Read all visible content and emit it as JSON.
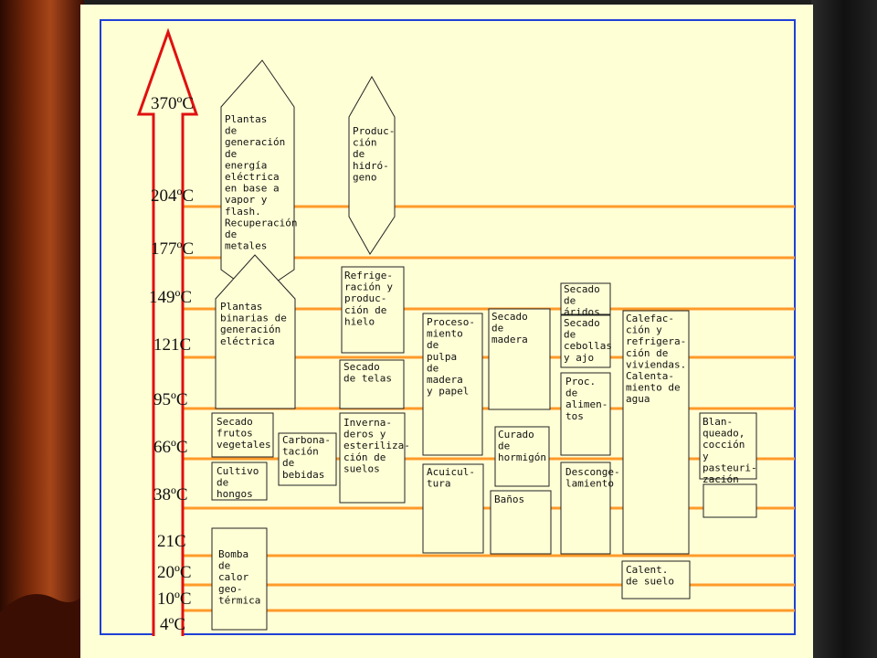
{
  "colors": {
    "curtain_dark": "#2a0a02",
    "curtain_mid": "#6a2208",
    "curtain_light": "#a6461a",
    "curtain_right": "#1a1a1a",
    "panel": "#ffffd6",
    "frame": "#1f3fd6",
    "temp_line": "#ff9a2a",
    "arrow": "#e01010",
    "box_stroke": "#222222"
  },
  "temperatures": [
    "370ºC",
    "204ºC",
    "177ºC",
    "149ºC",
    "121C",
    "95ºC",
    "66ºC",
    "38ºC",
    "21C",
    "20ºC",
    "10ºC",
    "4ºC"
  ],
  "applications": [
    {
      "name": "plantas-vapor",
      "shape": "house-diamond",
      "lines": [
        "Plantas",
        "de",
        "generación",
        "de",
        "energía",
        "eléctrica",
        "en base a",
        "vapor y",
        "flash.",
        "Recuperación",
        "de",
        "metales"
      ]
    },
    {
      "name": "hidrogeno",
      "shape": "diamond",
      "lines": [
        "Produc-",
        "ción",
        "de",
        "hidró-",
        "geno"
      ]
    },
    {
      "name": "refrigeracion",
      "shape": "box",
      "lines": [
        "Refrige-",
        "ración y",
        "produc-",
        "ción de",
        "hielo"
      ]
    },
    {
      "name": "plantas-binarias",
      "shape": "house",
      "lines": [
        "Plantas",
        "binarias de",
        "generación",
        "eléctrica"
      ]
    },
    {
      "name": "secado-telas",
      "shape": "box",
      "lines": [
        "Secado",
        "de telas"
      ]
    },
    {
      "name": "pulpa-papel",
      "shape": "box",
      "lines": [
        "Proceso-",
        "miento",
        "de",
        "pulpa",
        "de",
        "madera",
        "y papel"
      ]
    },
    {
      "name": "secado-madera",
      "shape": "box",
      "lines": [
        "Secado",
        "de",
        "madera"
      ]
    },
    {
      "name": "secado-aridos",
      "shape": "box",
      "lines": [
        "Secado",
        "de",
        "áridos"
      ]
    },
    {
      "name": "secado-cebollas",
      "shape": "box",
      "lines": [
        "Secado",
        "de",
        "cebollas",
        "y ajo"
      ]
    },
    {
      "name": "calefaccion",
      "shape": "box",
      "lines": [
        "Calefac-",
        "ción y",
        "refrigera-",
        "ción de",
        "viviendas.",
        "Calenta-",
        "miento de",
        "agua"
      ]
    },
    {
      "name": "proc-alimentos",
      "shape": "box",
      "lines": [
        "Proc.",
        "de",
        "alimen-",
        "tos"
      ]
    },
    {
      "name": "secado-frutos",
      "shape": "box",
      "lines": [
        "Secado",
        "frutos",
        "vegetales"
      ]
    },
    {
      "name": "carbonatacion",
      "shape": "box",
      "lines": [
        "Carbona-",
        "tación",
        "de",
        "bebidas"
      ]
    },
    {
      "name": "invernaderos",
      "shape": "box",
      "lines": [
        "Inverna-",
        "deros y",
        "esteriliza-",
        "ción de",
        "suelos"
      ]
    },
    {
      "name": "curado-hormigon",
      "shape": "box",
      "lines": [
        "Curado",
        "de",
        "hormigón"
      ]
    },
    {
      "name": "blanqueado",
      "shape": "box",
      "lines": [
        "Blan-",
        "queado,",
        "cocción",
        "y",
        "pasteuri-",
        "zación"
      ]
    },
    {
      "name": "cultivo-hongos",
      "shape": "box",
      "lines": [
        "Cultivo",
        "de",
        "hongos"
      ]
    },
    {
      "name": "acuicultura",
      "shape": "box",
      "lines": [
        "Acuicul-",
        "tura"
      ]
    },
    {
      "name": "descongelamiento",
      "shape": "box",
      "lines": [
        "Desconge-",
        "lamiento"
      ]
    },
    {
      "name": "banos",
      "shape": "box",
      "lines": [
        "Baños"
      ]
    },
    {
      "name": "bomba-calor",
      "shape": "box",
      "lines": [
        "Bomba",
        "de",
        "calor",
        "geo-",
        "térmica"
      ]
    },
    {
      "name": "calent-suelo",
      "shape": "box",
      "lines": [
        "Calent.",
        "de suelo"
      ]
    }
  ]
}
